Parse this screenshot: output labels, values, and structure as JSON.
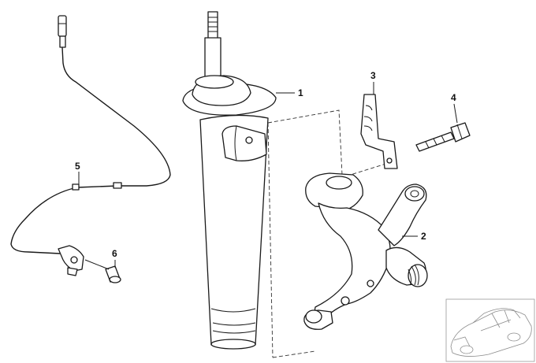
{
  "callouts": [
    {
      "id": "strut",
      "label": "1"
    },
    {
      "id": "knuckle",
      "label": "2"
    },
    {
      "id": "bracket",
      "label": "3"
    },
    {
      "id": "bolt",
      "label": "4"
    },
    {
      "id": "sensor",
      "label": "5"
    },
    {
      "id": "screw",
      "label": "6"
    }
  ],
  "thumbnail": {
    "icon": "car-outline-icon"
  }
}
